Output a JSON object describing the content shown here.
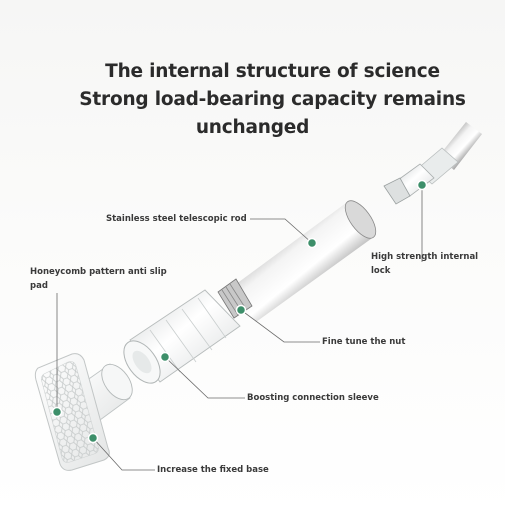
{
  "headline": {
    "line1": "The internal structure of science",
    "line2": "Strong load-bearing capacity remains",
    "line3": "unchanged"
  },
  "labels": {
    "telescopic_rod": "Stainless steel telescopic rod",
    "internal_lock": "High strength internal lock",
    "anti_slip_pad": "Honeycomb pattern anti slip pad",
    "fine_tune_nut": "Fine tune the nut",
    "connection_sleeve": "Boosting connection sleeve",
    "fixed_base": "Increase the fixed base"
  },
  "colors": {
    "marker": "#3d8f6a",
    "leader": "#6a6a6a",
    "steel_dark": "#4a4a4a",
    "steel_light": "#f2f2f2"
  }
}
